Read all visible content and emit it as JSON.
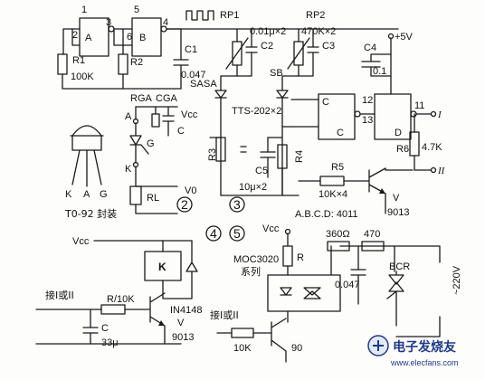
{
  "labels": {
    "gate1": "1",
    "gate1_in2": "2",
    "gate1_A": "A",
    "gate1_out": "3",
    "gate2": "5",
    "gate2_in2": "6",
    "gate2_B": "B",
    "gate2_out": "4",
    "R1": "R1",
    "R1_val": "100K",
    "R2": "R2",
    "C1": "C1",
    "C1_val": "0.047",
    "SA": "SA",
    "RP1": "RP1",
    "RP1_val": "0.01μ×2",
    "RP2": "RP2",
    "RP2_val": "470K×2",
    "C2": "C2",
    "C3": "C3",
    "SB": "SB",
    "TTS": "TTS-202×2",
    "plus5V": "+5V",
    "C4": "C4",
    "C4_val": "0.1",
    "gate3_in": "12",
    "gate3_in2": "13",
    "gate3_out": "11",
    "gateC": "C",
    "gateD": "D",
    "out_I": "I",
    "out_II": "II",
    "R6": "R6",
    "R6_val": "4.7K",
    "RGA": "RGA",
    "CGA": "CGA",
    "pin_A": "A",
    "pin_G": "G",
    "pin_K": "K",
    "cap_C": "C",
    "Vcc1": "Vcc",
    "RL": "RL",
    "V0": "V0",
    "pkg_K": "K",
    "pkg_A": "A",
    "pkg_G": "G",
    "pkg_label": "T0-92 封装",
    "circle2": "2",
    "circle3": "3",
    "circle4": "4",
    "circle5": "5",
    "R3": "R3",
    "R4": "R4",
    "C5": "C5",
    "C5_val": "10μ×2",
    "R5": "R5",
    "R5_val": "10K×4",
    "ABCD": "A.B.C.D: 4011",
    "V_tr": "V",
    "tr_9013": "9013",
    "Vcc2": "Vcc",
    "Vcc3": "Vcc",
    "relay_K": "K",
    "diode": "IN4148",
    "input1": "接I或II",
    "R_10K": "R/10K",
    "C_big": "C",
    "C_big_val": "33μ",
    "V2": "V",
    "tr2_9013": "9013",
    "moc": "MOC3020",
    "moc2": "系列",
    "R_moc": "R",
    "r360": "360Ω",
    "r470": "470",
    "cap047": "0.047",
    "BCR": "BCR",
    "v220": "~220V",
    "input2": "接I或II",
    "r10K": "10K",
    "tr3": "90",
    "wm_main": "电子发烧友",
    "wm_sub": "www.elecfans.com"
  }
}
